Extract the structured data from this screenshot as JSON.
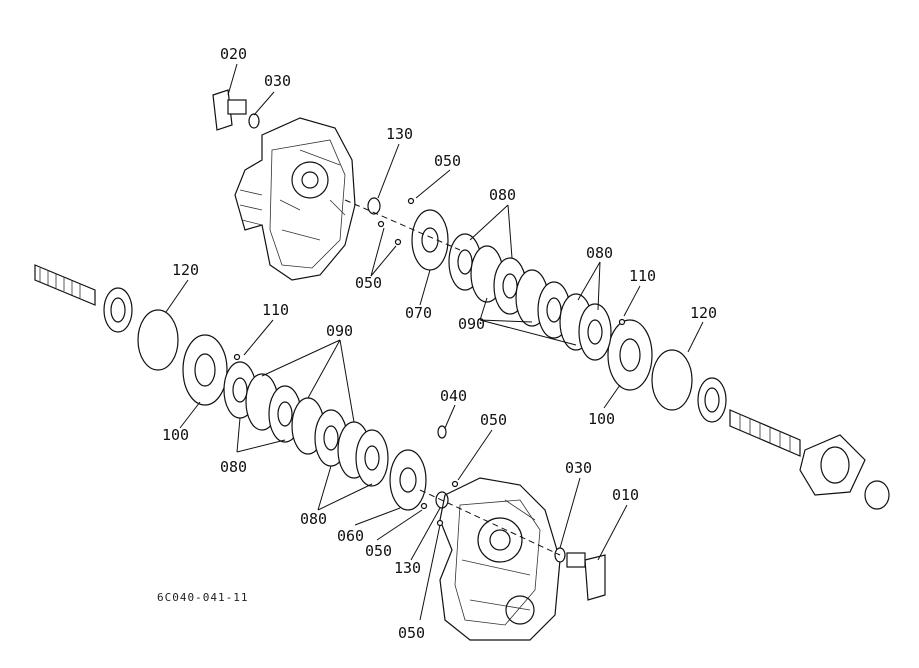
{
  "labels": {
    "p010": "010",
    "p020": "020",
    "p030a": "030",
    "p030b": "030",
    "p040": "040",
    "p050a": "050",
    "p050b": "050",
    "p050c": "050",
    "p050d": "050",
    "p050e": "050",
    "p060": "060",
    "p070": "070",
    "p080a": "080",
    "p080b": "080",
    "p080c": "080",
    "p080d": "080",
    "p090a": "090",
    "p090b": "090",
    "p100a": "100",
    "p100b": "100",
    "p110a": "110",
    "p110b": "110",
    "p120a": "120",
    "p120b": "120",
    "p130a": "130",
    "p130b": "130"
  },
  "drawing_code": "6C040-041-11"
}
